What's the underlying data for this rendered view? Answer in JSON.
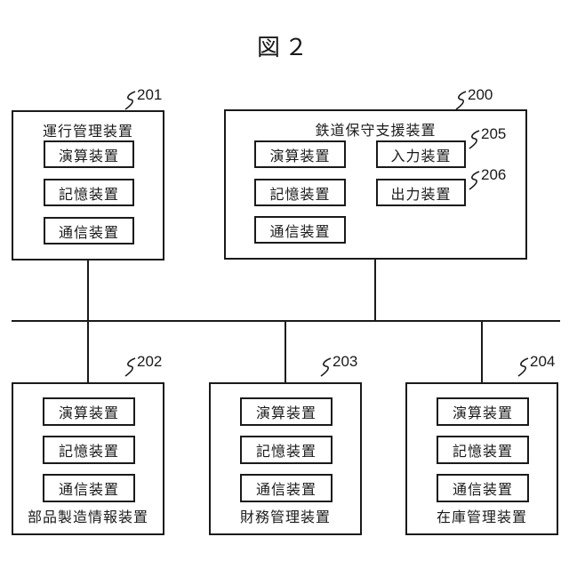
{
  "figure_title": "図２",
  "colors": {
    "stroke": "#1a1a1a",
    "background": "#ffffff"
  },
  "devices": {
    "d200": {
      "ref": "200",
      "label": "鉄道保守支援装置",
      "components": {
        "compute": "演算装置",
        "storage": "記憶装置",
        "comm": "通信装置",
        "input": "入力装置",
        "output": "出力装置"
      },
      "component_refs": {
        "input": "205",
        "output": "206"
      }
    },
    "d201": {
      "ref": "201",
      "label": "運行管理装置",
      "components": {
        "compute": "演算装置",
        "storage": "記憶装置",
        "comm": "通信装置"
      }
    },
    "d202": {
      "ref": "202",
      "label": "部品製造情報装置",
      "components": {
        "compute": "演算装置",
        "storage": "記憶装置",
        "comm": "通信装置"
      }
    },
    "d203": {
      "ref": "203",
      "label": "財務管理装置",
      "components": {
        "compute": "演算装置",
        "storage": "記憶装置",
        "comm": "通信装置"
      }
    },
    "d204": {
      "ref": "204",
      "label": "在庫管理装置",
      "components": {
        "compute": "演算装置",
        "storage": "記憶装置",
        "comm": "通信装置"
      }
    }
  }
}
